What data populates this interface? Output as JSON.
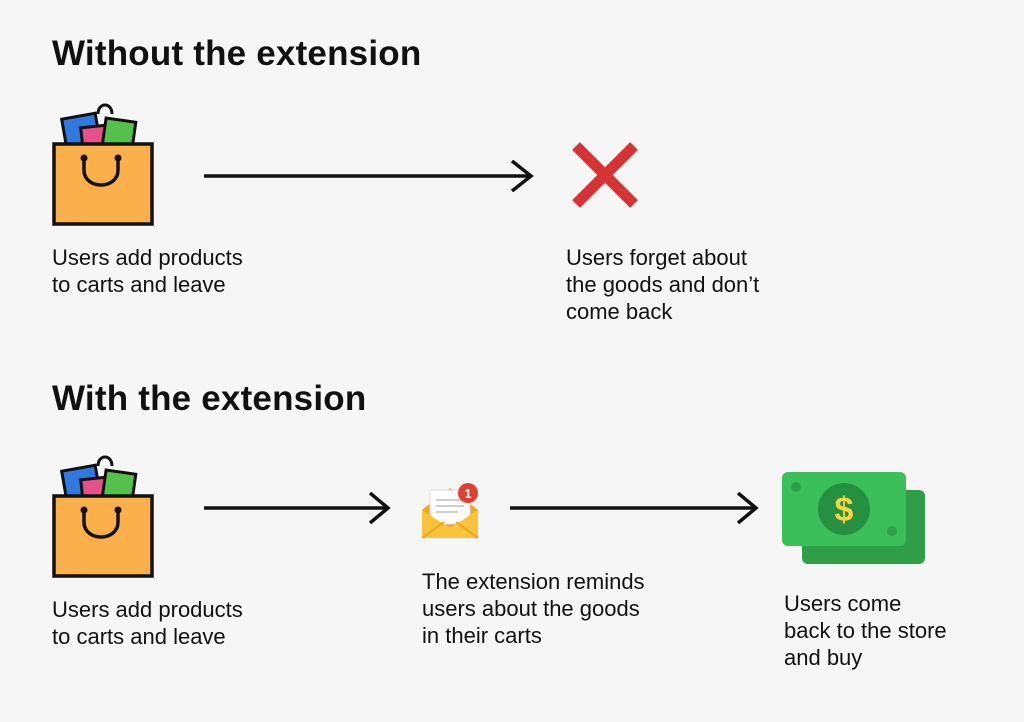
{
  "sections": [
    {
      "heading": "Without the extension",
      "steps": [
        {
          "icon": "shopping-bag-icon",
          "caption": "Users add products\nto carts and leave"
        },
        {
          "icon": "red-x-icon",
          "caption": "Users forget about\nthe goods and don’t\ncome back"
        }
      ]
    },
    {
      "heading": "With the extension",
      "steps": [
        {
          "icon": "shopping-bag-icon",
          "caption": "Users add products\nto carts and leave"
        },
        {
          "icon": "mail-notification-icon",
          "badge": "1",
          "caption": "The extension reminds\nusers about the goods\nin their carts"
        },
        {
          "icon": "money-bills-icon",
          "caption": "Users come\nback to the store\nand buy"
        }
      ]
    }
  ],
  "colors": {
    "background": "#f6f6f6",
    "bag": "#fbb04b",
    "x_mark": "#d63434",
    "envelope": "#f9c43a",
    "badge": "#e0402f",
    "money": "#3bbf5a"
  }
}
